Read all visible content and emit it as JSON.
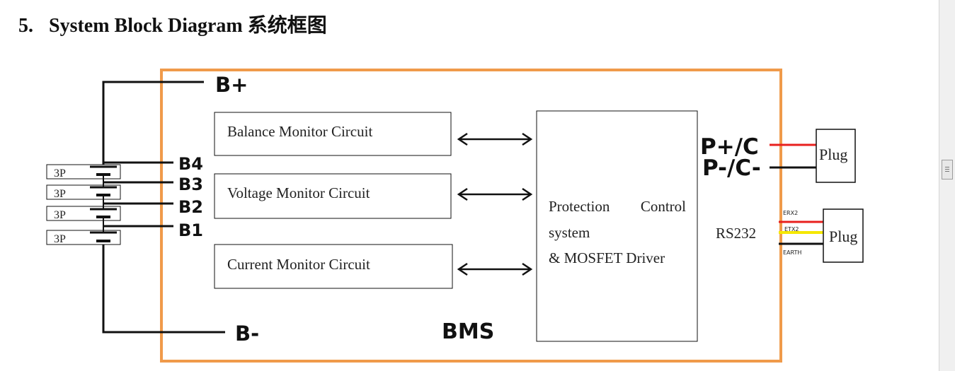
{
  "section": {
    "number": "5.",
    "title": "System Block Diagram 系统框图"
  },
  "diagram": {
    "bms_label": "BMS",
    "terminals": {
      "b_plus": "B+",
      "b_minus": "B-",
      "b4": "B4",
      "b3": "B3",
      "b2": "B2",
      "b1": "B1",
      "p_plus": "P+/C",
      "p_minus": "P-/C-",
      "rs232": "RS232"
    },
    "cells": [
      "3P",
      "3P",
      "3P",
      "3P"
    ],
    "blocks": {
      "balance": "Balance Monitor Circuit",
      "voltage": "Voltage Monitor Circuit",
      "current": "Current Monitor Circuit",
      "protection_line1_a": "Protection",
      "protection_line1_b": "Control",
      "protection_line2": "system",
      "protection_line3": "& MOSFET Driver"
    },
    "plugs": {
      "power": "Plug",
      "comm": "Plug"
    },
    "wires": {
      "erx": "ERX2",
      "etx": "ETX2",
      "earth": "EARTH"
    },
    "colors": {
      "bms_border": "#f09a4a",
      "positive_wire": "#e8201e",
      "tx_wire": "#f5e800",
      "line": "#111111"
    }
  }
}
